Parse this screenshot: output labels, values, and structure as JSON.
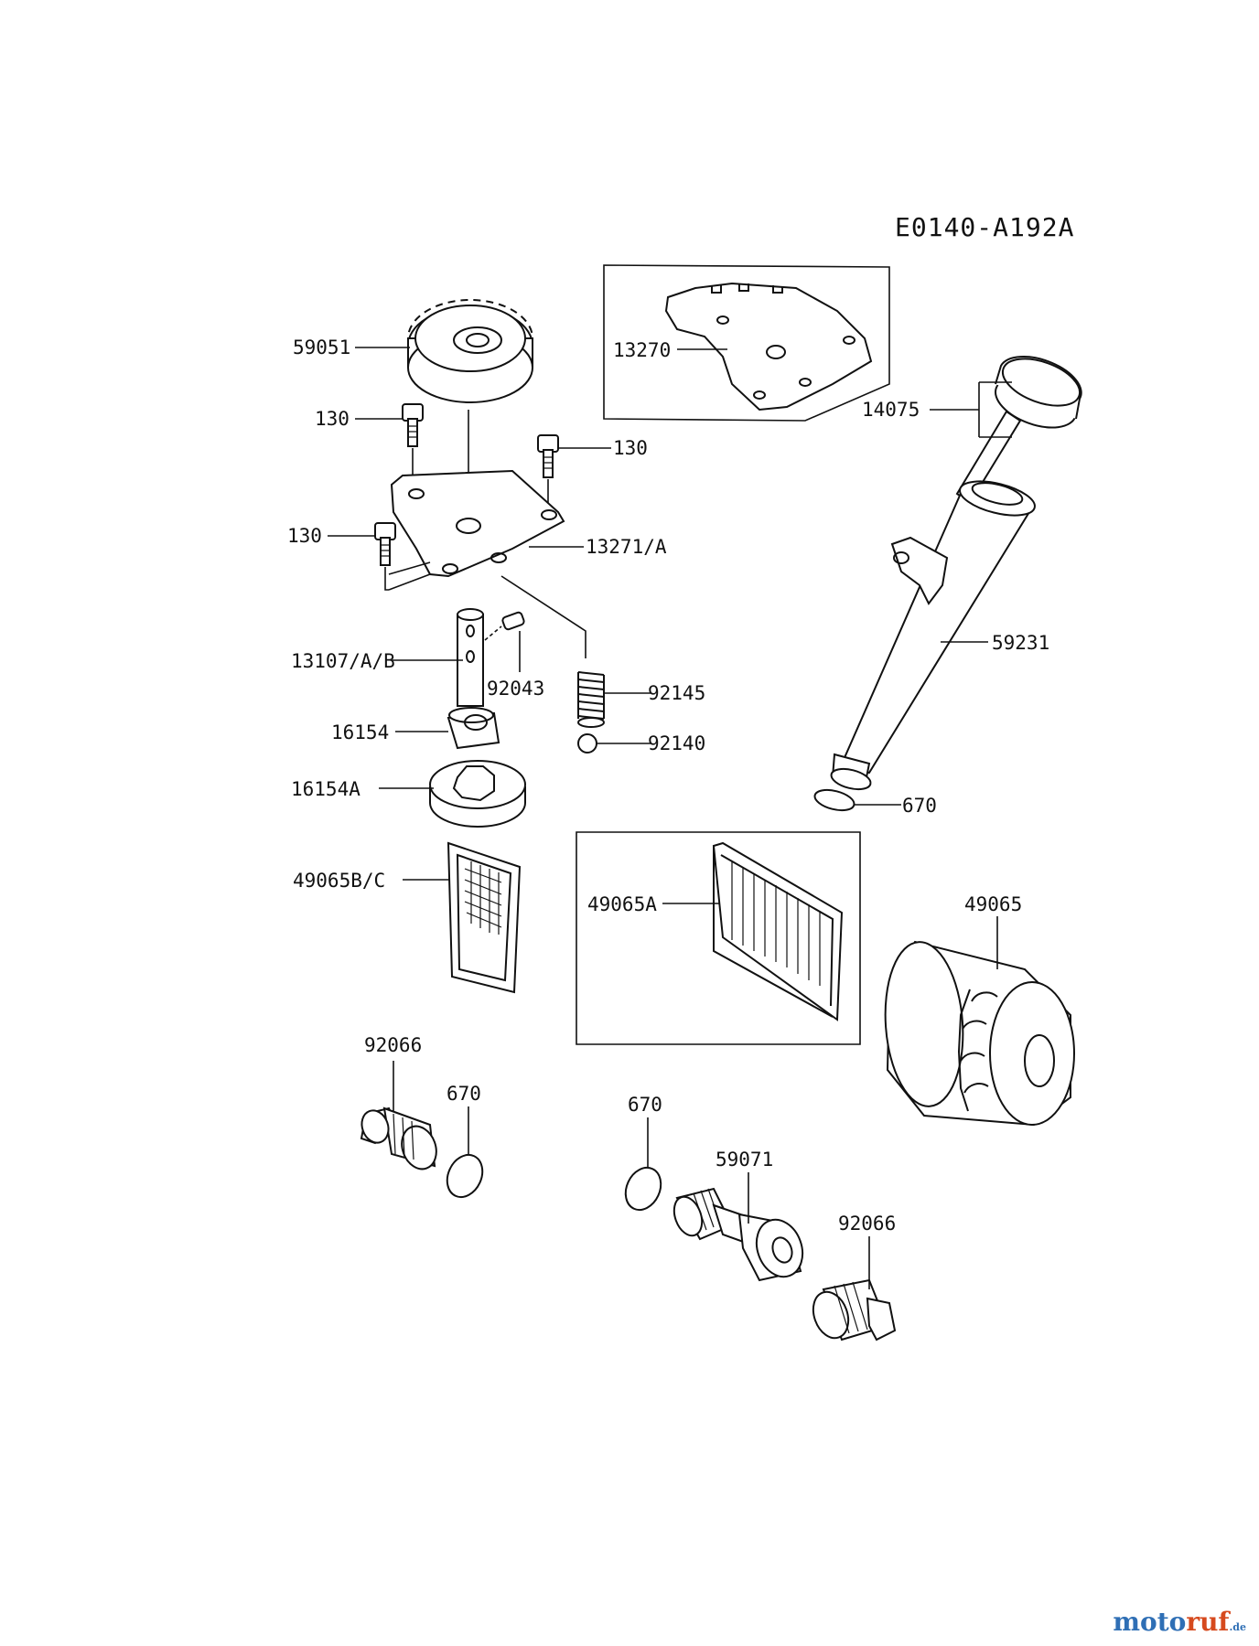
{
  "reference": "E0140-A192A",
  "labels": {
    "p59051": "59051",
    "p130a": "130",
    "p130b": "130",
    "p130c": "130",
    "p13271": "13271/A",
    "p13107": "13107/A/B",
    "p92043": "92043",
    "p92145": "92145",
    "p92140": "92140",
    "p16154": "16154",
    "p16154A": "16154A",
    "p49065BC": "49065B/C",
    "p13270": "13270",
    "p14075": "14075",
    "p59231": "59231",
    "p670a": "670",
    "p49065A": "49065A",
    "p49065": "49065",
    "p92066a": "92066",
    "p670b": "670",
    "p670c": "670",
    "p59071": "59071",
    "p92066b": "92066"
  },
  "watermark": {
    "part1": "moto",
    "part2": "ruf",
    "part3": ".de"
  }
}
